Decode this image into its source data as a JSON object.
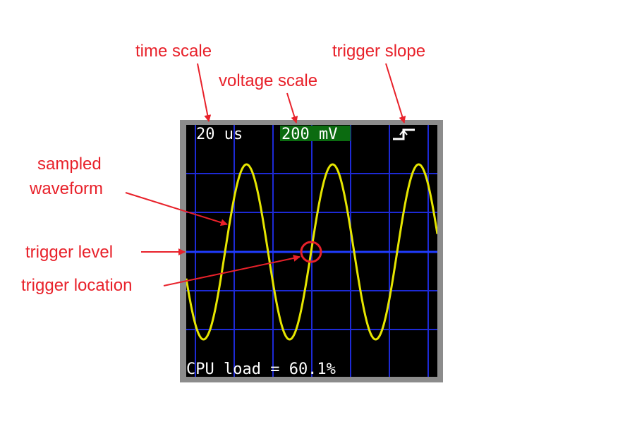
{
  "annotations": {
    "time_scale": "time scale",
    "voltage_scale": "voltage scale",
    "trigger_slope": "trigger slope",
    "sampled_waveform_line1": "sampled",
    "sampled_waveform_line2": "waveform",
    "trigger_level": "trigger level",
    "trigger_location": "trigger location"
  },
  "screen": {
    "time_scale_value": "20 us",
    "voltage_scale_value": "200 mV",
    "cpu_load": "CPU load = 60.1%",
    "trigger_slope_direction": "rising"
  },
  "colors": {
    "annotation": "#e8212a",
    "screen_background": "#000000",
    "screen_border": "#8c8c8c",
    "grid": "#1d2ad6",
    "trigger_level_line": "#1f3cff",
    "waveform": "#e6e600",
    "voltage_highlight": "#0b6b10",
    "screen_text": "#ffffff"
  }
}
